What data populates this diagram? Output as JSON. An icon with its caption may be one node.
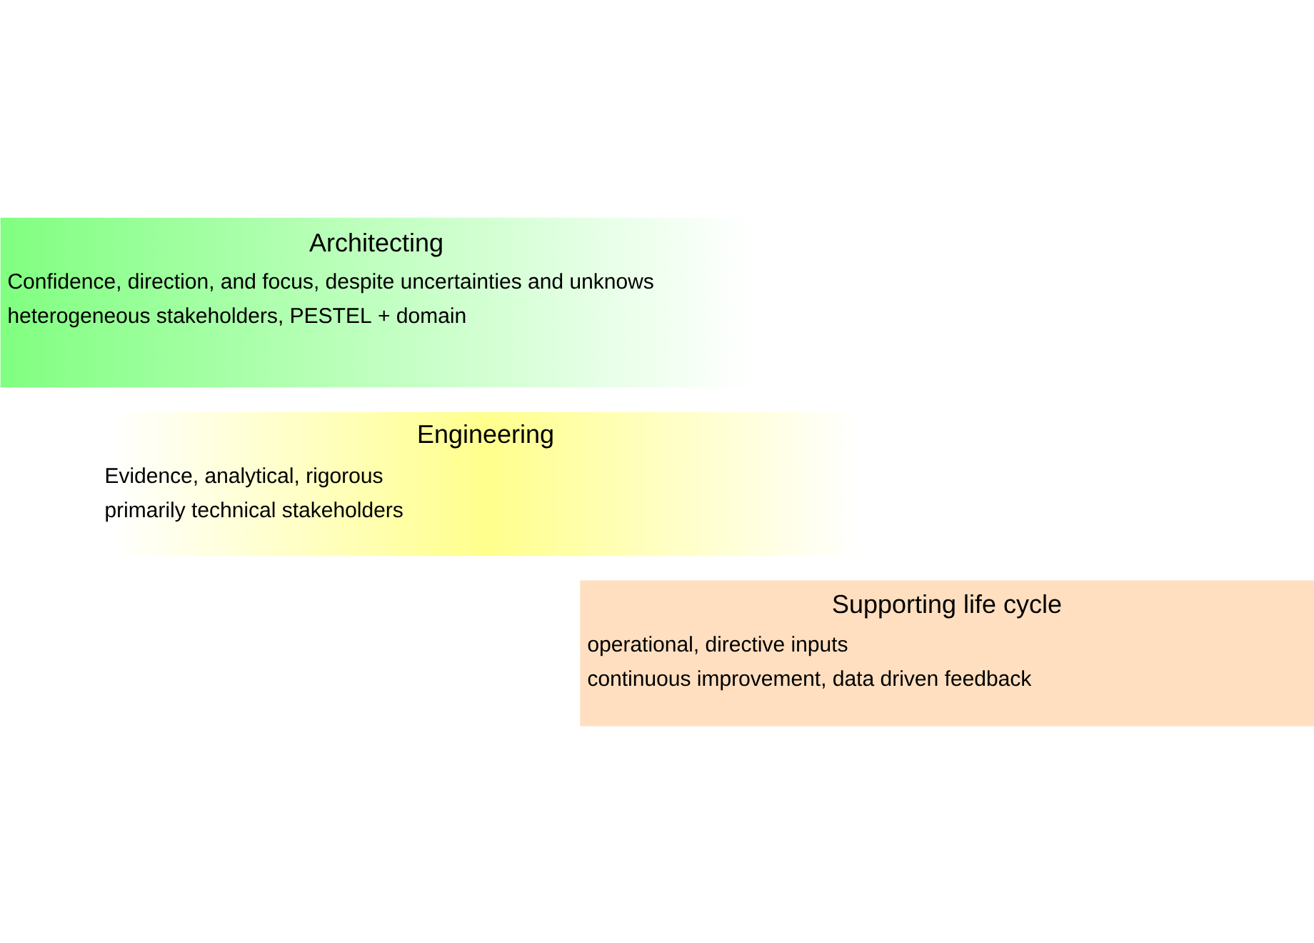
{
  "diagram": {
    "nodes": [
      {
        "text": [
          "Architecting",
          "Confidence, direction, and focus, despite uncertainties and unknows",
          "heterogeneous stakeholders, PESTEL + domain"
        ]
      },
      {
        "text": [
          "Engineering",
          "Evidence, analytical, rigorous",
          "primarily technical stakeholders"
        ]
      },
      {
        "text": [
          "Supporting life cycle",
          "operational, directive inputs",
          "continuous improvement, data driven feedback"
        ]
      }
    ]
  }
}
